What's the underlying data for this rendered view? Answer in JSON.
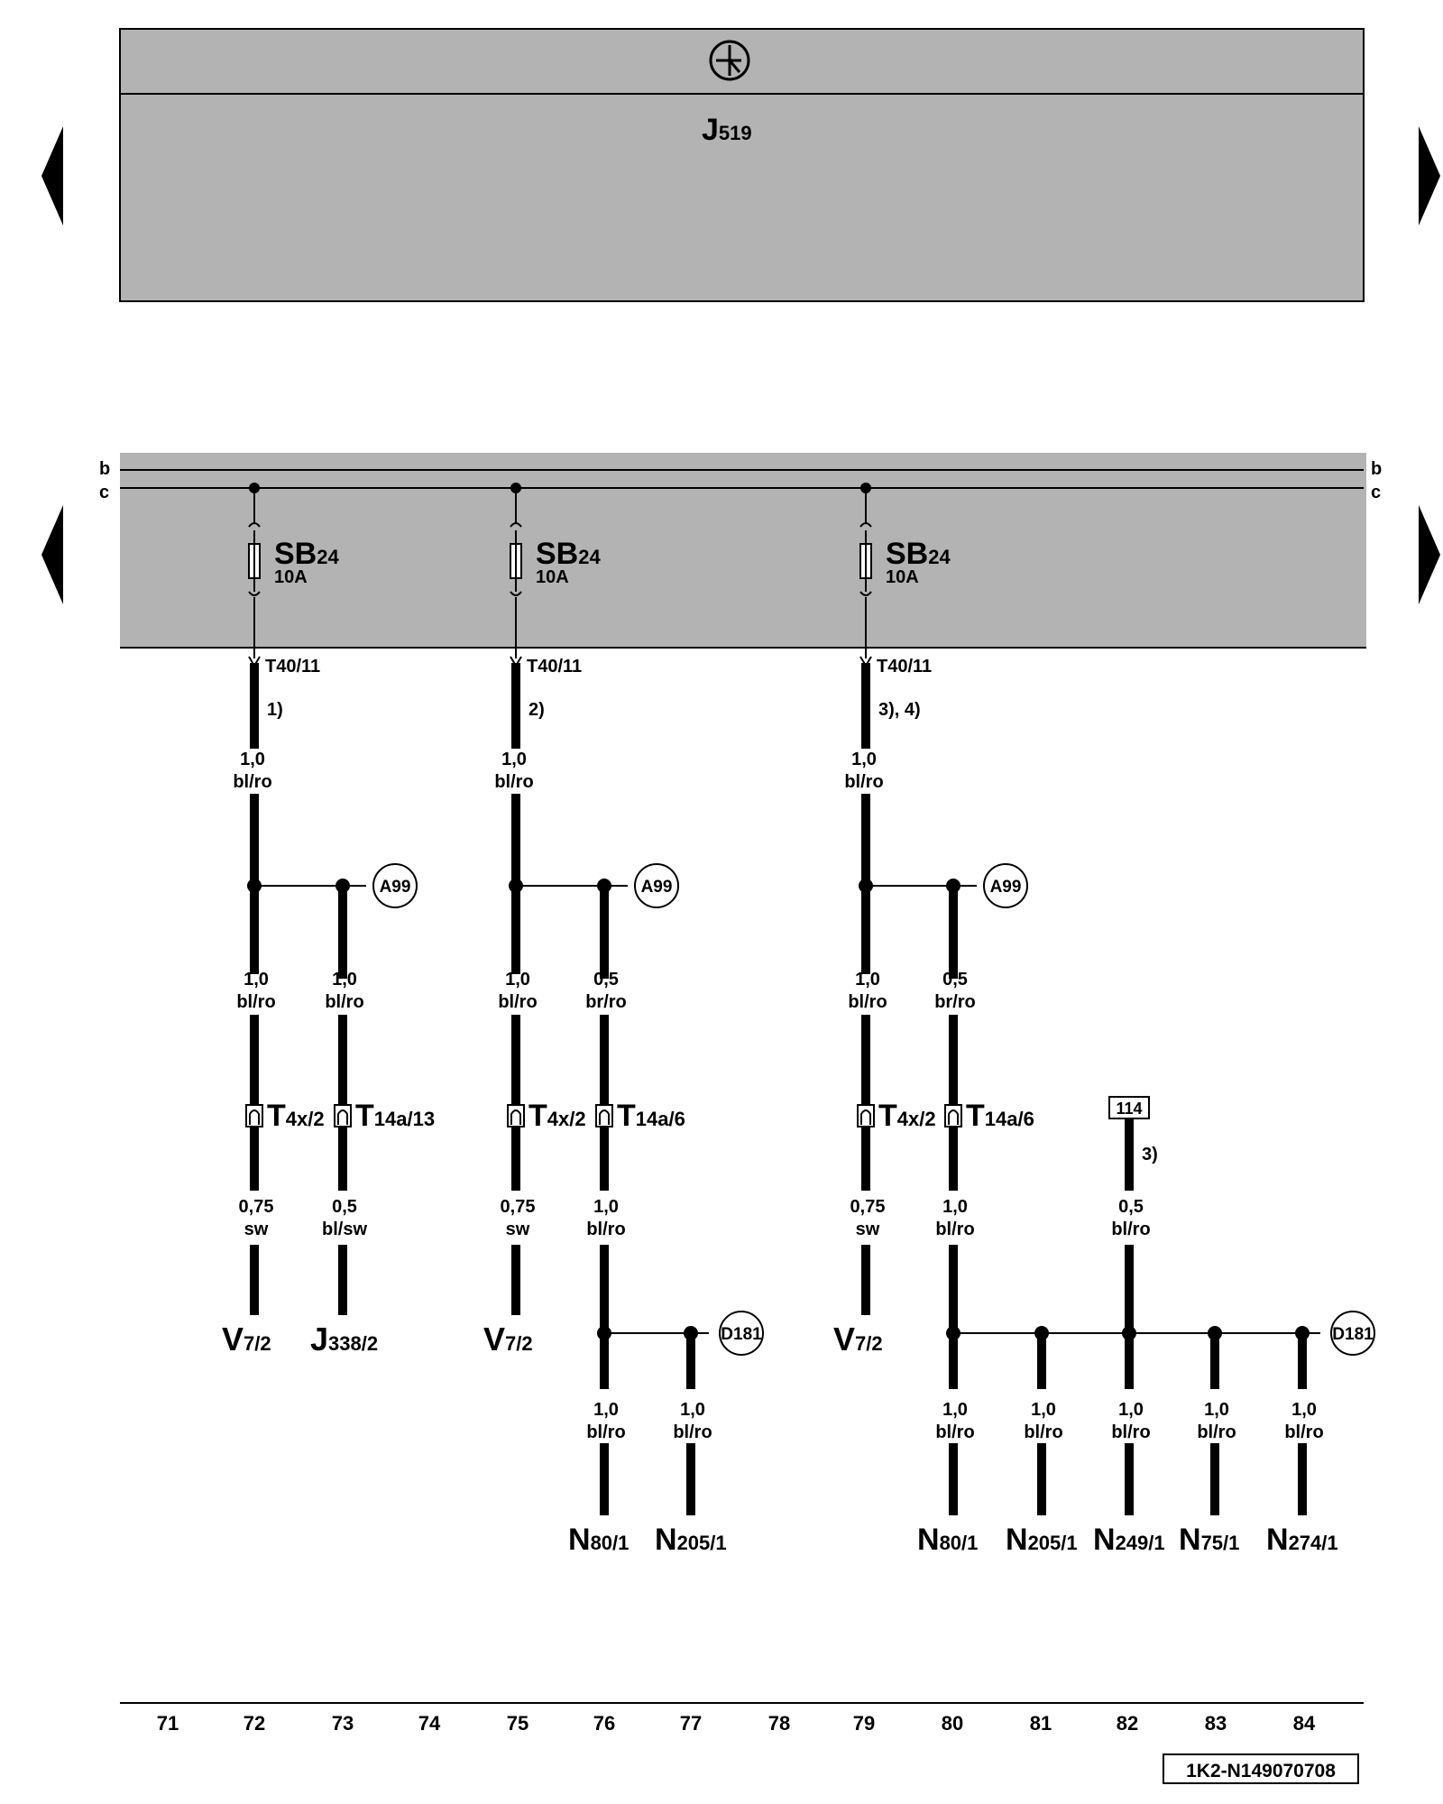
{
  "panels": {
    "top": {
      "module_main": "J",
      "module_sub": "519",
      "icon": "ground-symbol-icon"
    },
    "bus_labels": [
      "b",
      "c"
    ]
  },
  "nav": {
    "left_arrow": "left-arrow-icon",
    "right_arrow": "right-arrow-icon"
  },
  "circuits": [
    {
      "fuse": {
        "main": "SB",
        "sub": "24",
        "rating": "10A"
      },
      "terminal": "T40/11",
      "note": "1)",
      "wire_main": {
        "size": "1,0",
        "color": "bl/ro"
      },
      "splice": "A99",
      "left_branch": {
        "upper": {
          "size": "1,0",
          "color": "bl/ro"
        },
        "connector": {
          "main": "T",
          "sub": "4x/2"
        },
        "lower": {
          "size": "0,75",
          "color": "sw"
        },
        "end": {
          "main": "V",
          "sub": "7/2"
        }
      },
      "right_branch": {
        "upper": {
          "size": "1,0",
          "color": "bl/ro"
        },
        "connector": {
          "main": "T",
          "sub": "14a/13"
        },
        "lower": {
          "size": "0,5",
          "color": "bl/sw"
        },
        "end": {
          "main": "J",
          "sub": "338/2"
        }
      }
    },
    {
      "fuse": {
        "main": "SB",
        "sub": "24",
        "rating": "10A"
      },
      "terminal": "T40/11",
      "note": "2)",
      "wire_main": {
        "size": "1,0",
        "color": "bl/ro"
      },
      "splice": "A99",
      "left_branch": {
        "upper": {
          "size": "1,0",
          "color": "bl/ro"
        },
        "connector": {
          "main": "T",
          "sub": "4x/2"
        },
        "lower": {
          "size": "0,75",
          "color": "sw"
        },
        "end": {
          "main": "V",
          "sub": "7/2"
        }
      },
      "right_branch": {
        "upper": {
          "size": "0,5",
          "color": "br/ro"
        },
        "connector": {
          "main": "T",
          "sub": "14a/6"
        },
        "lower": {
          "size": "1,0",
          "color": "bl/ro"
        },
        "splice2": "D181",
        "outputs": [
          {
            "size": "1,0",
            "color": "bl/ro",
            "end": {
              "main": "N",
              "sub": "80/1"
            }
          },
          {
            "size": "1,0",
            "color": "bl/ro",
            "end": {
              "main": "N",
              "sub": "205/1"
            }
          }
        ]
      }
    },
    {
      "fuse": {
        "main": "SB",
        "sub": "24",
        "rating": "10A"
      },
      "terminal": "T40/11",
      "note": "3), 4)",
      "wire_main": {
        "size": "1,0",
        "color": "bl/ro"
      },
      "splice": "A99",
      "left_branch": {
        "upper": {
          "size": "1,0",
          "color": "bl/ro"
        },
        "connector": {
          "main": "T",
          "sub": "4x/2"
        },
        "lower": {
          "size": "0,75",
          "color": "sw"
        },
        "end": {
          "main": "V",
          "sub": "7/2"
        }
      },
      "right_branch": {
        "upper": {
          "size": "0,5",
          "color": "br/ro"
        },
        "connector": {
          "main": "T",
          "sub": "14a/6"
        },
        "lower": {
          "size": "1,0",
          "color": "bl/ro"
        },
        "splice2": "D181",
        "outputs": [
          {
            "size": "1,0",
            "color": "bl/ro",
            "end": {
              "main": "N",
              "sub": "80/1"
            }
          },
          {
            "size": "1,0",
            "color": "bl/ro",
            "end": {
              "main": "N",
              "sub": "205/1"
            }
          },
          {
            "size": "1,0",
            "color": "bl/ro",
            "end": {
              "main": "N",
              "sub": "249/1"
            }
          },
          {
            "size": "1,0",
            "color": "bl/ro",
            "end": {
              "main": "N",
              "sub": "75/1"
            }
          },
          {
            "size": "1,0",
            "color": "bl/ro",
            "end": {
              "main": "N",
              "sub": "274/1"
            }
          }
        ]
      }
    }
  ],
  "ref_wire": {
    "ref": "114",
    "note": "3)",
    "size": "0,5",
    "color": "bl/ro"
  },
  "scale": [
    "71",
    "72",
    "73",
    "74",
    "75",
    "76",
    "77",
    "78",
    "79",
    "80",
    "81",
    "82",
    "83",
    "84"
  ],
  "doc_id": "1K2-N149070708",
  "colors": {
    "panel": "#b3b3b3",
    "line": "#000000",
    "background": "#ffffff"
  }
}
